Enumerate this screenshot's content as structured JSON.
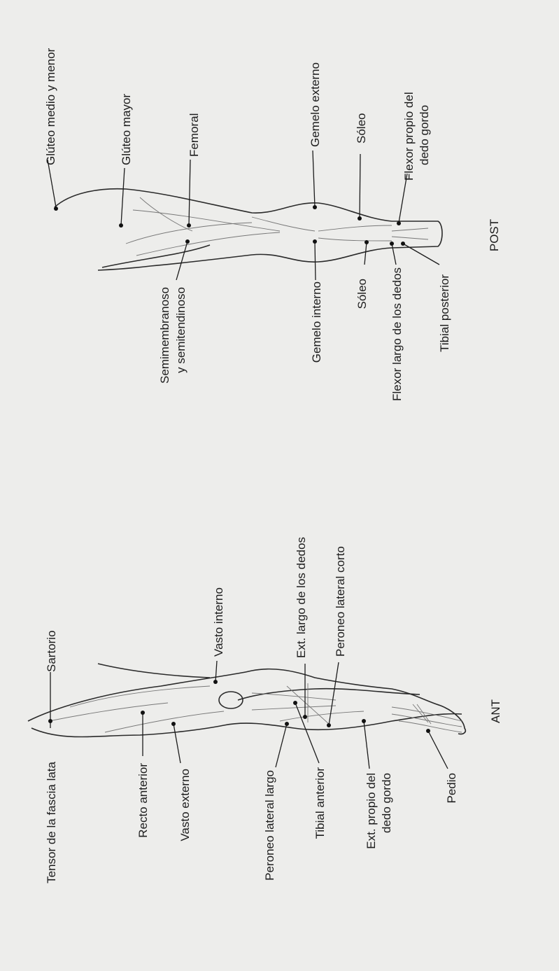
{
  "title": "",
  "views": [
    {
      "id": "posterior",
      "caption": "POST",
      "labels": [
        "Glúteo medio y menor",
        "Glúteo mayor",
        "Femoral",
        "Gemelo externo",
        "Sóleo",
        "Flexor propio del",
        "dedo gordo",
        "Semimembranoso",
        "y semitendinoso",
        "Gemelo interno",
        "Sóleo",
        "Flexor largo de los dedos",
        "Tibial posterior"
      ]
    },
    {
      "id": "anterior",
      "caption": "ANT",
      "labels": [
        "Sartorio",
        "Vasto interno",
        "Ext. largo de los dedos",
        "Peroneo lateral corto",
        "Tensor de la fascia lata",
        "Recto anterior",
        "Vasto externo",
        "Peroneo lateral largo",
        "Tibial anterior",
        "Ext. propio del",
        "dedo gordo",
        "Pedio"
      ]
    }
  ]
}
